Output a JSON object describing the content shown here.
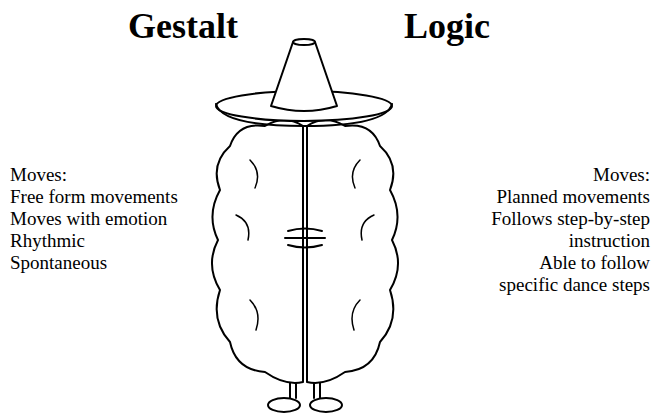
{
  "diagram": {
    "labels": [
      "Gestalt",
      "Logic",
      "Moves:",
      "Free form movements",
      "Moves with emotion",
      "Rhythmic",
      "Spontaneous",
      "Moves:",
      "Planned movements",
      "Follows step-by-step instruction",
      "Able to follow specific dance steps"
    ]
  }
}
